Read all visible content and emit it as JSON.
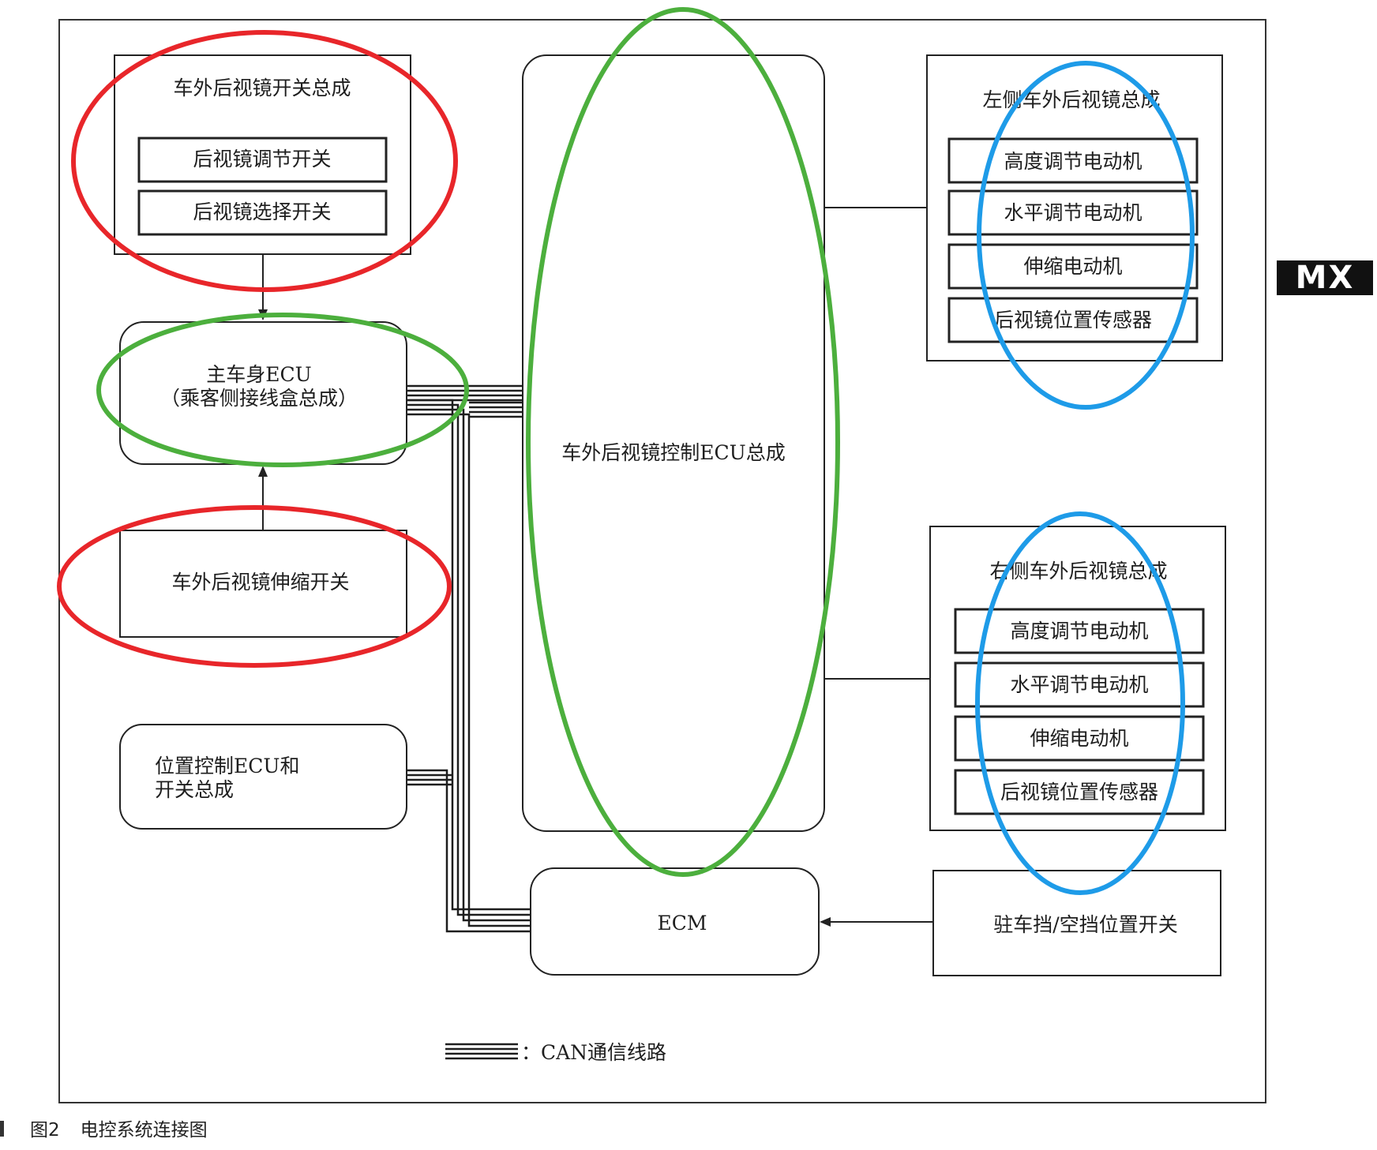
{
  "diagram": {
    "switch_assy": {
      "title": "车外后视镜开关总成",
      "items": [
        "后视镜调节开关",
        "后视镜选择开关"
      ]
    },
    "body_ecu": {
      "line1": "主车身ECU",
      "line2": "（乘客侧接线盒总成）"
    },
    "retract_switch": "车外后视镜伸缩开关",
    "position_ecu": {
      "line1": "位置控制ECU和",
      "line2": "开关总成"
    },
    "mirror_ecu": "车外后视镜控制ECU总成",
    "ecm": "ECM",
    "left_mirror": {
      "title": "左侧车外后视镜总成",
      "items": [
        "高度调节电动机",
        "水平调节电动机",
        "伸缩电动机",
        "后视镜位置传感器"
      ]
    },
    "right_mirror": {
      "title": "右侧车外后视镜总成",
      "items": [
        "高度调节电动机",
        "水平调节电动机",
        "伸缩电动机",
        "后视镜位置传感器"
      ]
    },
    "park_switch": "驻车挡/空挡位置开关",
    "legend": "：CAN通信线路"
  },
  "badge": "MX",
  "caption": {
    "figure_no": "图2",
    "title": "电控系统连接图"
  },
  "colors": {
    "red_highlight": "#e8262a",
    "green_highlight": "#4caf3d",
    "blue_highlight": "#1e9be8",
    "line": "#1e1e1e"
  }
}
